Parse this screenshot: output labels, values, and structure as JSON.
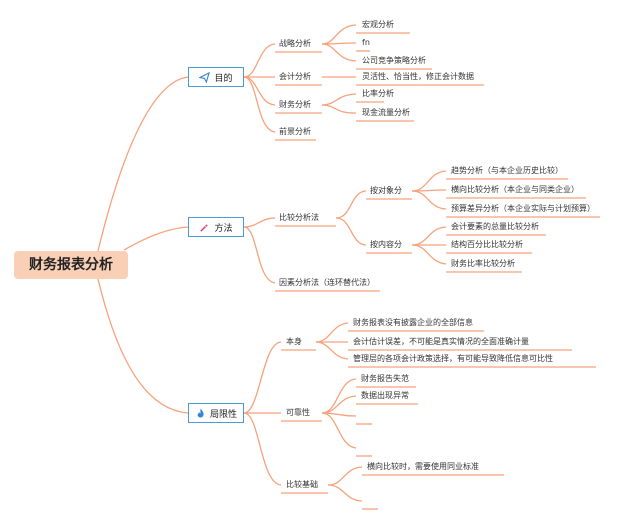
{
  "colors": {
    "branch": "#f6a27c",
    "root_fill": "#f9d0b6",
    "box_border": "#4a9bd6"
  },
  "root": {
    "label": "财务报表分析"
  },
  "categories": [
    {
      "label": "目的",
      "icon": "paper-plane-icon"
    },
    {
      "label": "方法",
      "icon": "sparkle-icon"
    },
    {
      "label": "局限性",
      "icon": "flame-icon"
    }
  ],
  "purpose": {
    "strategy": "战略分析",
    "strategy_items": [
      "宏观分析",
      "fn",
      "公司竞争策略分析"
    ],
    "accounting": "会计分析",
    "accounting_items": [
      "灵活性、恰当性，修正会计数据"
    ],
    "financial": "财务分析",
    "financial_items": [
      "比率分析",
      "现金流量分析"
    ],
    "prospect": "前景分析"
  },
  "method": {
    "comparison": "比较分析法",
    "by_object": "按对象分",
    "by_object_items": [
      "趋势分析（与本企业历史比较）",
      "横向比较分析（本企业与同类企业）",
      "预算差异分析（本企业实际与计划预算）"
    ],
    "by_content": "按内容分",
    "by_content_items": [
      "会计要素的总量比较分析",
      "结构百分比比较分析",
      "财务比率比较分析"
    ],
    "factor": "因素分析法（连环替代法）"
  },
  "limitation": {
    "itself": "本身",
    "itself_items": [
      "财务报表没有披露企业的全部信息",
      "会计估计误差，不可能是真实情况的全面准确计量",
      "管理层的各项会计政策选择，有可能导致降低信息可比性"
    ],
    "reliability": "可靠性",
    "reliability_items": [
      "财务报告失范",
      "数据出现异常"
    ],
    "basis": "比较基础",
    "basis_items": [
      "横向比较时，需要使用同业标准"
    ]
  }
}
